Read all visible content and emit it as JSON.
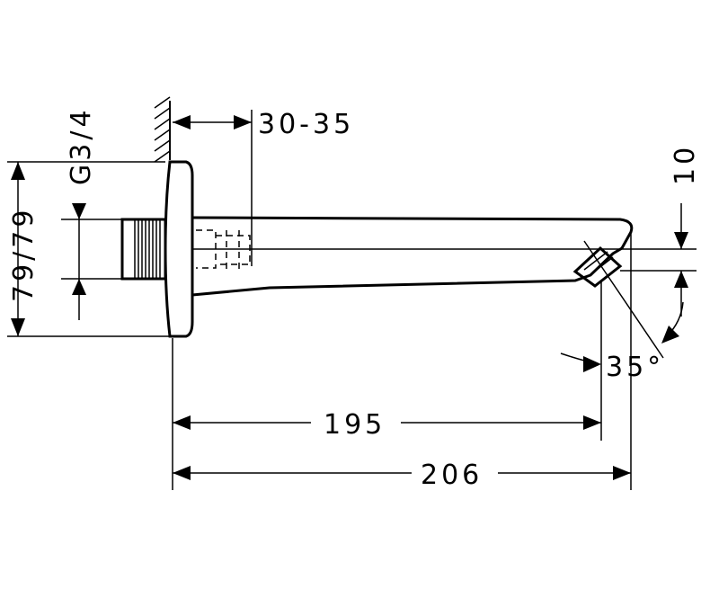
{
  "dimensions": {
    "wall_offset": "30-35",
    "thread": "G3/4",
    "height": "79/79",
    "depth_outlet": "10",
    "angle": "35°",
    "inner_length": "195",
    "total_length": "206"
  }
}
